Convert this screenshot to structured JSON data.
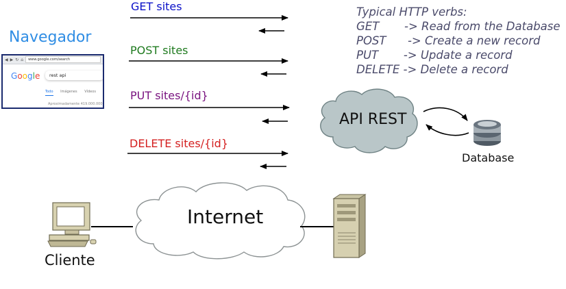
{
  "requests": [
    {
      "label": "GET sites",
      "color": "#0a10c8"
    },
    {
      "label": "POST sites",
      "color": "#1e7a1e"
    },
    {
      "label": "PUT sites/{id}",
      "color": "#7a1480"
    },
    {
      "label": "DELETE sites/{id}",
      "color": "#d42020"
    }
  ],
  "verbs_note": {
    "title": "Typical HTTP verbs:",
    "rows": [
      "GET       -> Read from the Database",
      "POST      -> Create a new record",
      "PUT       -> Update a record",
      "DELETE -> Delete a record"
    ]
  },
  "browser": {
    "label": "Navegador",
    "url": "www.google.com/search",
    "logo": "Google",
    "query": "rest api",
    "tabs": [
      "Todo",
      "Imágenes",
      "Vídeos"
    ],
    "results": "Aproximadamente 419.000.000"
  },
  "api": {
    "label": "API REST"
  },
  "database": {
    "label": "Database"
  },
  "internet": {
    "label": "Internet"
  },
  "client": {
    "label": "Cliente"
  }
}
